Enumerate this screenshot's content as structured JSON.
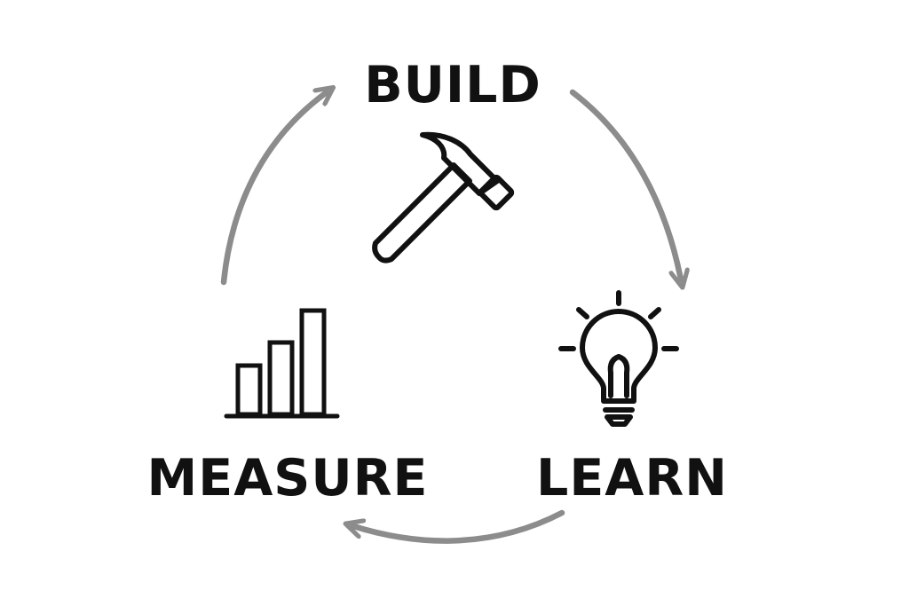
{
  "diagram": {
    "stages": [
      {
        "id": "build",
        "label": "BUILD",
        "icon": "hammer-icon"
      },
      {
        "id": "learn",
        "label": "LEARN",
        "icon": "lightbulb-icon"
      },
      {
        "id": "measure",
        "label": "MEASURE",
        "icon": "bar-chart-icon"
      }
    ],
    "colors": {
      "text": "#111111",
      "icon_stroke": "#111111",
      "arrow": "#8c8c8c",
      "background": "#ffffff"
    }
  }
}
